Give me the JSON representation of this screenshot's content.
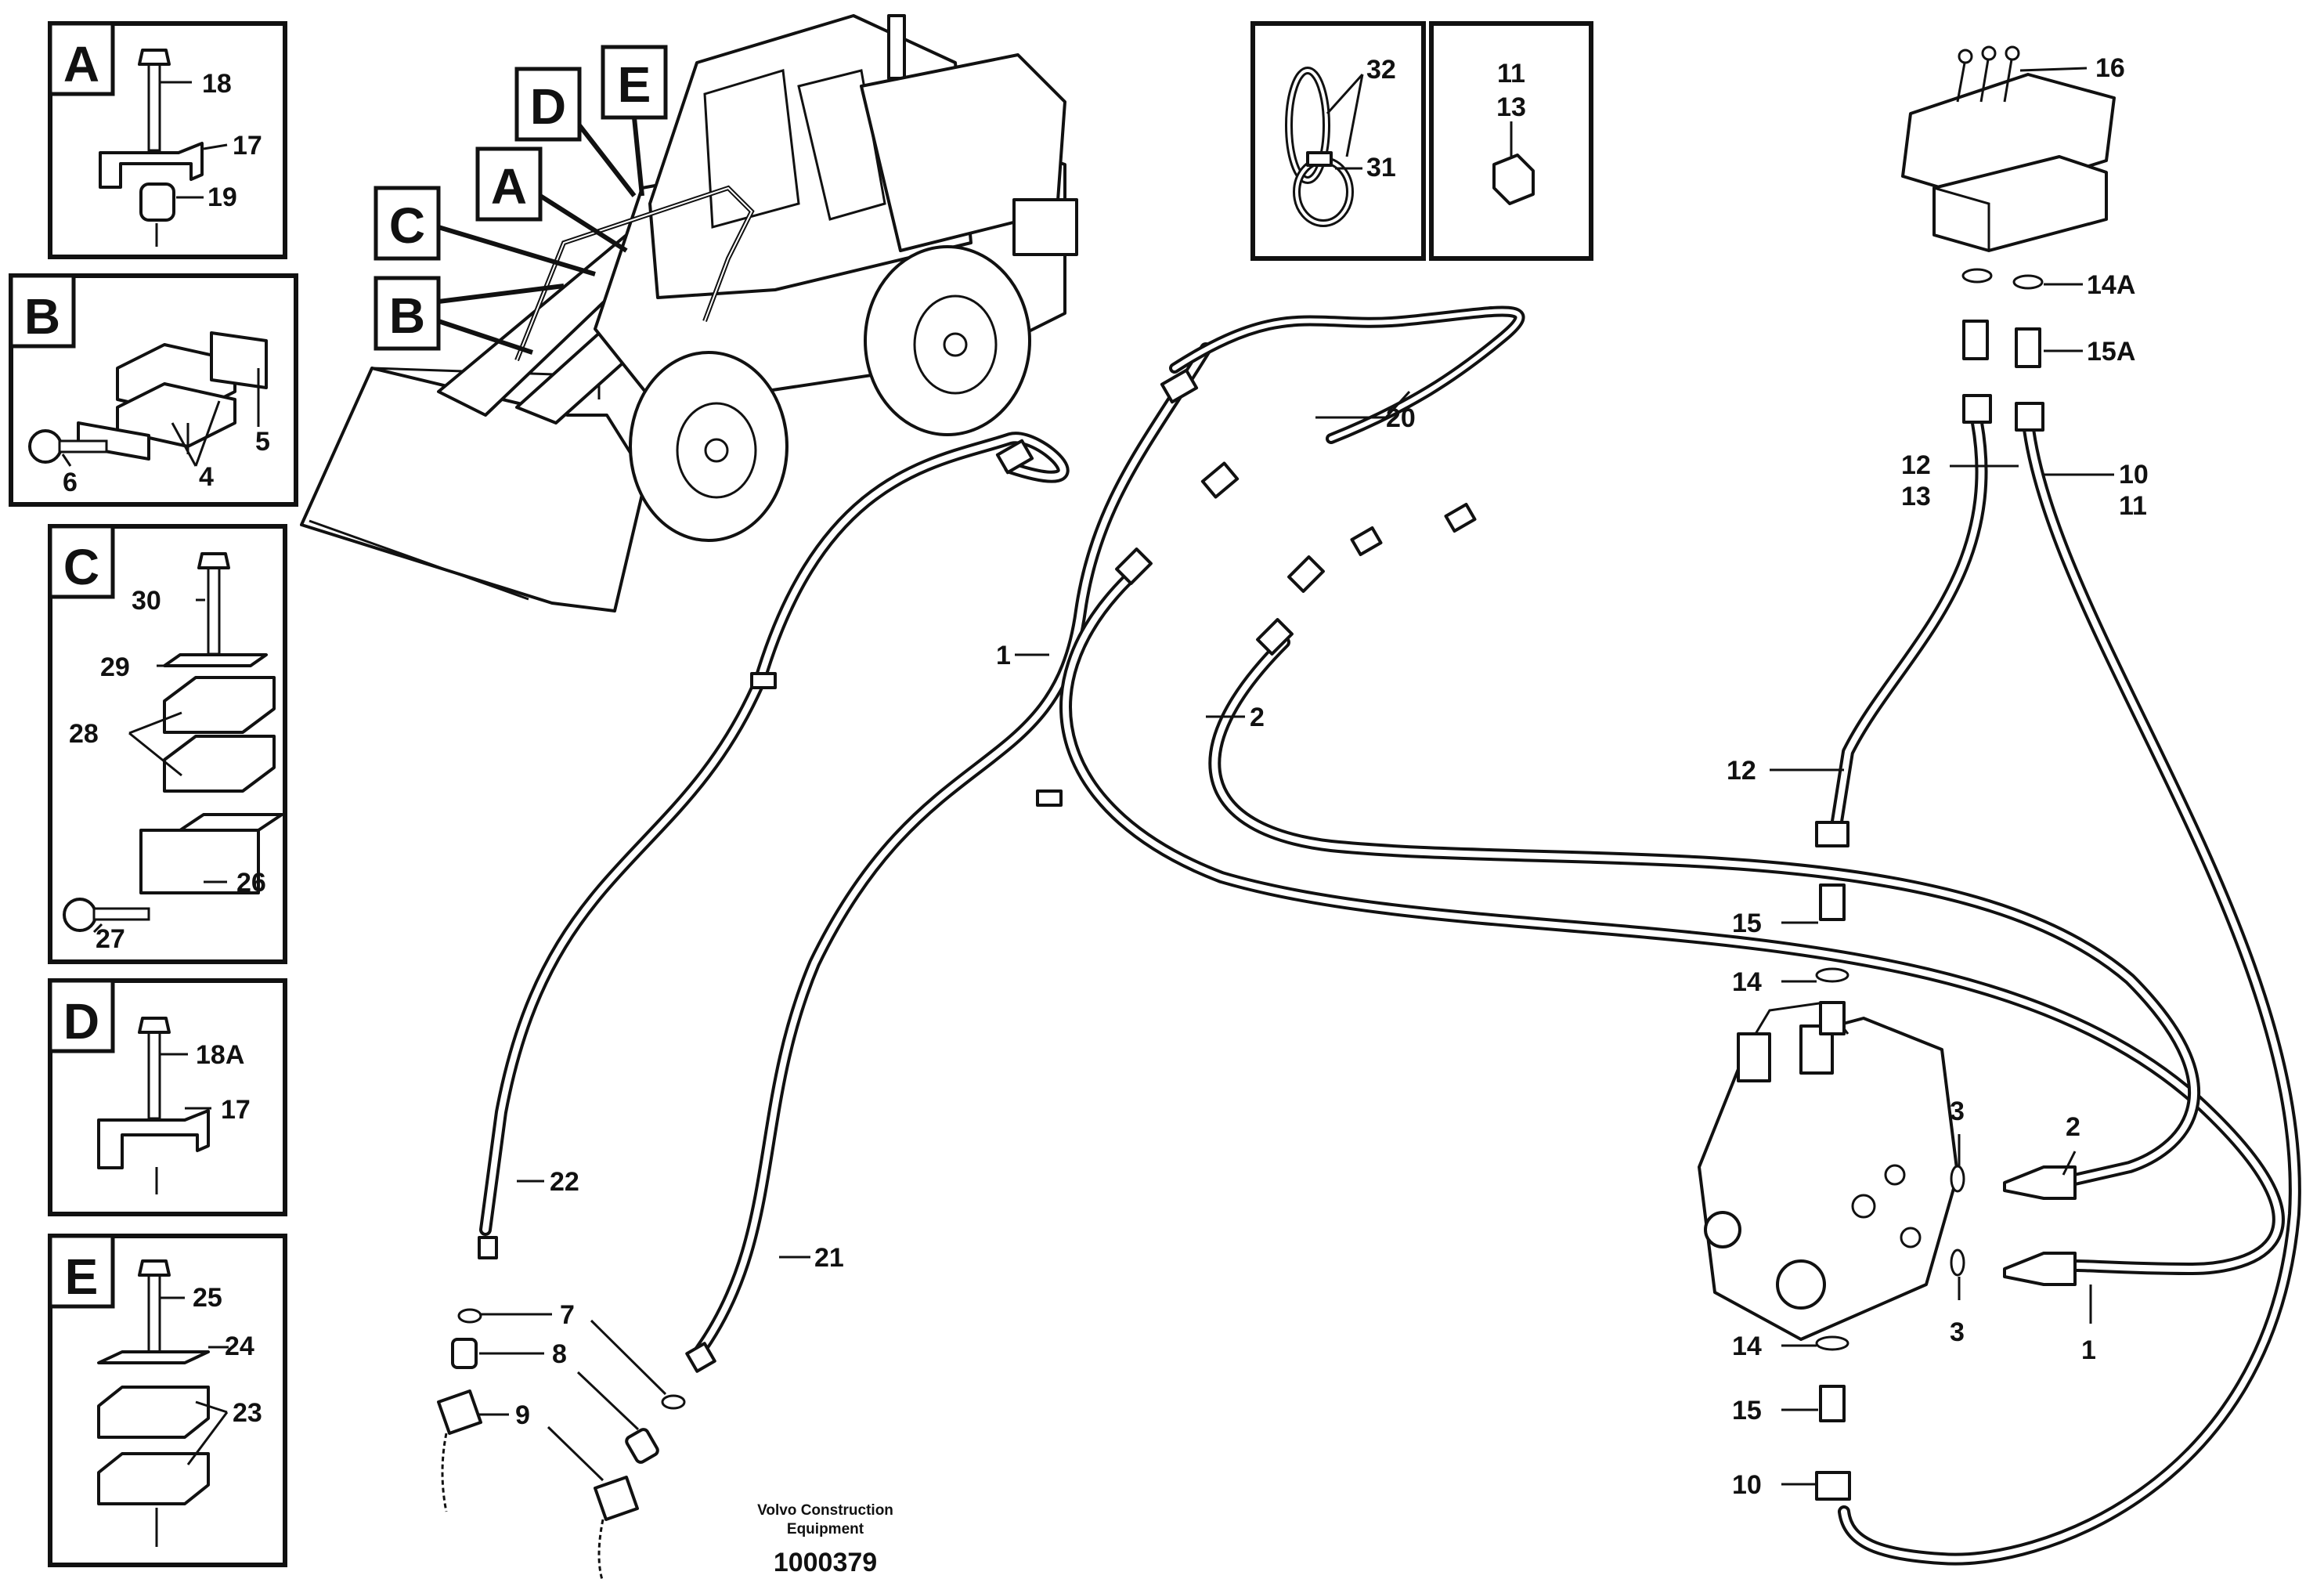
{
  "detail_boxes": [
    {
      "letter": "A",
      "labels": [
        "18",
        "17",
        "19"
      ]
    },
    {
      "letter": "B",
      "labels": [
        "5",
        "6",
        "4"
      ]
    },
    {
      "letter": "C",
      "labels": [
        "30",
        "29",
        "28",
        "26",
        "27"
      ]
    },
    {
      "letter": "D",
      "labels": [
        "18A",
        "17"
      ]
    },
    {
      "letter": "E",
      "labels": [
        "25",
        "24",
        "23"
      ]
    }
  ],
  "small_boxes": [
    {
      "labels": [
        "32",
        "31"
      ]
    },
    {
      "labels": [
        "11",
        "13"
      ]
    }
  ],
  "machine_callouts": [
    "D",
    "E",
    "A",
    "C",
    "B"
  ],
  "part_labels": {
    "p16": "16",
    "p14A": "14A",
    "p15A": "15A",
    "p12a": "12",
    "p13": "13",
    "p10a": "10",
    "p11": "11",
    "p20": "20",
    "p1a": "1",
    "p2a": "2",
    "p12b": "12",
    "p15a": "15",
    "p14a": "14",
    "p3a": "3",
    "p2b": "2",
    "p3b": "3",
    "p1b": "1",
    "p14b": "14",
    "p15b": "15",
    "p10b": "10",
    "p22": "22",
    "p21": "21",
    "p7": "7",
    "p8": "8",
    "p9": "9"
  },
  "footer": {
    "maker_line1": "Volvo Construction",
    "maker_line2": "Equipment",
    "drawing_number": "1000379"
  }
}
